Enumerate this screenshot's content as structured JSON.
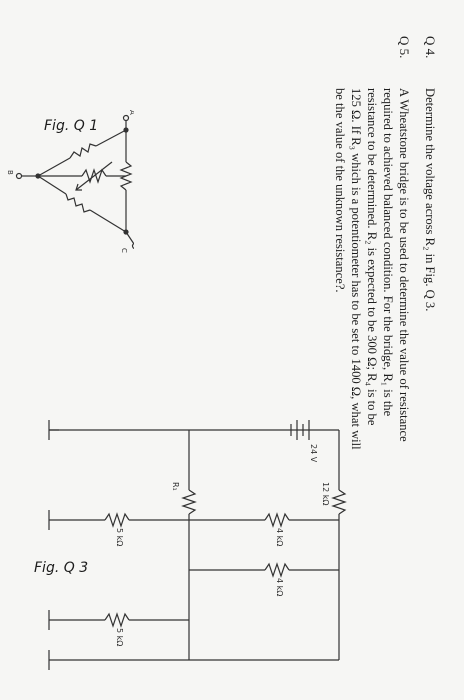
{
  "q4": {
    "number": "Q 4.",
    "text": "Determine the voltage across R₂ in Fig. Q 3."
  },
  "q5": {
    "number": "Q 5.",
    "lines": [
      "A Wheatstone bridge is to be used to determine the value of resistance",
      "required to achieved balanced condition. For the bridge, R₁ is the",
      "resistance to be determined. R₂ is expected to be 300 Ω; R₄ is to be",
      "125 Ω. If R₃ which is a potentiometer has to be set to 1400 Ω, what will",
      "be the value of the unknown resistance?."
    ]
  },
  "fig1": {
    "label_a": "A",
    "label_b": "B",
    "label_c": "C",
    "caption": "Fig. Q 1"
  },
  "fig3": {
    "source": "24 V",
    "r1": "12 kΩ",
    "r2": "4 kΩ",
    "r3": "4 kΩ",
    "r4": "5 kΩ",
    "r5": "5 kΩ",
    "rl": "R₁",
    "caption": "Fig. Q 3"
  }
}
